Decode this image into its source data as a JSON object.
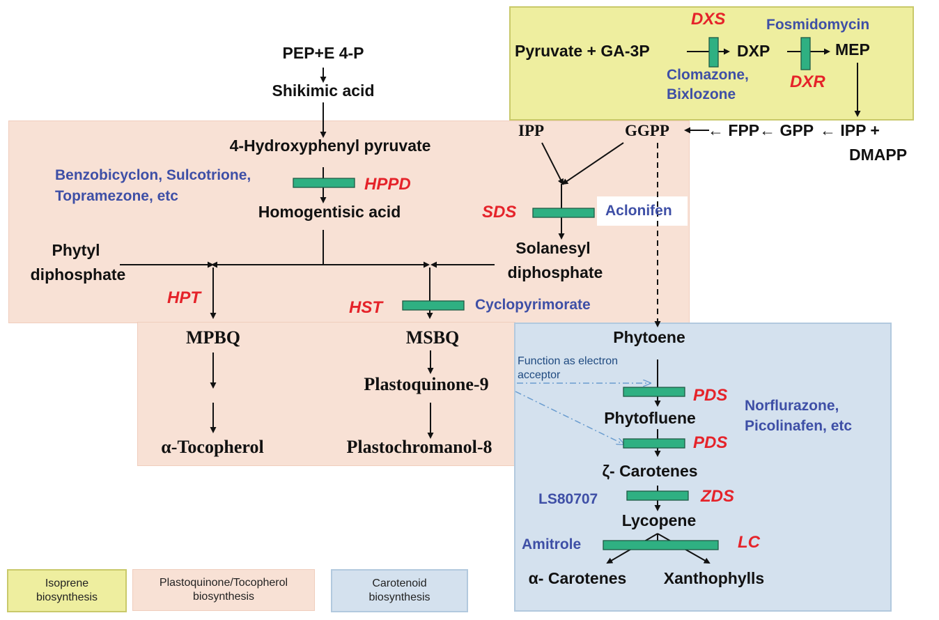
{
  "colors": {
    "isoprene_bg": "#eeee9f",
    "plastoquinone_bg": "#f8e1d5",
    "carotenoid_bg": "#d4e1ee",
    "enzyme": "#e5232a",
    "inhibitor": "#3e4fa6",
    "block_bar": "#2fb082"
  },
  "isoprene": {
    "pyruvate": "Pyruvate + GA-3P",
    "dxp": "DXP",
    "mep": "MEP",
    "dxs": "DXS",
    "dxr": "DXR",
    "fosmidomycin": "Fosmidomycin",
    "clomazone": "Clomazone,",
    "bixlozone": "Bixlozone"
  },
  "top": {
    "ipp": "IPP",
    "ggpp": "GGPP",
    "fpp_gpp": "← FPP← GPP",
    "ipp_plus": "←  IPP +",
    "dmapp": "DMAPP"
  },
  "shikimate": {
    "pep": "PEP+E 4-P",
    "shikimic": "Shikimic acid",
    "hpp": "4-Hydroxyphenyl pyruvate",
    "hppd_inh_1": "Benzobicyclon, Sulcotrione,",
    "hppd_inh_2": "Topramezone, etc",
    "hppd": "HPPD",
    "homogentisic": "Homogentisic acid"
  },
  "plastoquinone": {
    "phytyl_1": "Phytyl",
    "phytyl_2": "diphosphate",
    "hpt": "HPT",
    "hst": "HST",
    "cyclo": "Cyclopyrimorate",
    "sds": "SDS",
    "aclonifen": "Aclonifen",
    "solanesyl_1": "Solanesyl",
    "solanesyl_2": "diphosphate",
    "mpbq": "MPBQ",
    "msbq": "MSBQ",
    "pq9": "Plastoquinone-9",
    "tocopherol": "α-Tocopherol",
    "pc8": "Plastochromanol-8"
  },
  "carotenoid": {
    "phytoene": "Phytoene",
    "electron_note_1": "Function as electron",
    "electron_note_2": "acceptor",
    "pds_1": "PDS",
    "pds_2": "PDS",
    "norflurazone": "Norflurazone,",
    "picolinafen": "Picolinafen, etc",
    "phytofluene": "Phytofluene",
    "zeta": "ζ- Carotenes",
    "ls80707": "LS80707",
    "zds": "ZDS",
    "lycopene": "Lycopene",
    "amitrole": "Amitrole",
    "lc": "LC",
    "alpha": "α- Carotenes",
    "xanth": "Xanthophylls"
  },
  "legend": {
    "isoprene_1": "Isoprene",
    "isoprene_2": "biosynthesis",
    "pq_1": "Plastoquinone/Tocopherol",
    "pq_2": "biosynthesis",
    "car_1": "Carotenoid",
    "car_2": "biosynthesis"
  }
}
